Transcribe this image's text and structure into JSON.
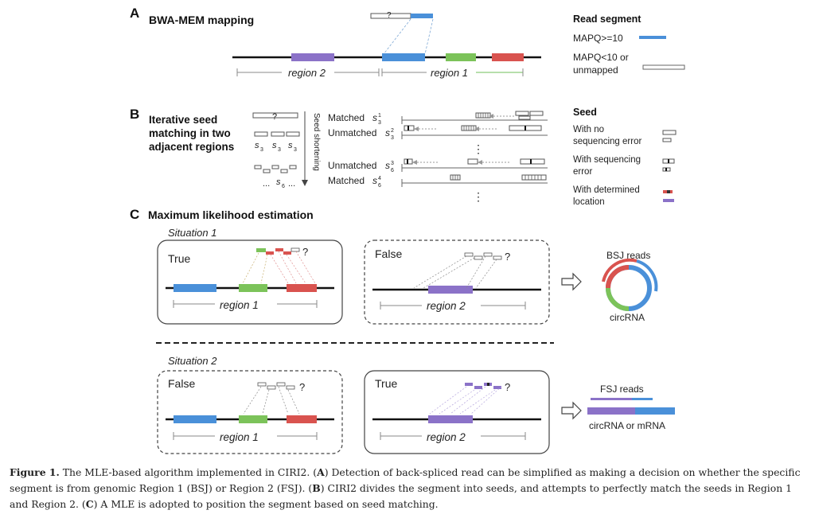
{
  "panel_a": {
    "letter": "A",
    "title": "BWA-MEM mapping",
    "read_mark": "?",
    "region2": "region 2",
    "region1": "region 1",
    "legend_title": "Read segment",
    "legend_mapq_hi": "MAPQ>=10",
    "legend_mapq_lo_1": "MAPQ<10 or",
    "legend_mapq_lo_2": "unmapped"
  },
  "panel_b": {
    "letter": "B",
    "title_1": "Iterative seed",
    "title_2": "matching in two",
    "title_3": "adjacent regions",
    "seed_mark": "?",
    "shortening": "Seed shortening",
    "seed_sub_a": "3",
    "seed_sub_b": "6",
    "ellipsis": "...",
    "rows": [
      {
        "label": "Matched",
        "sub": "3",
        "sup": "1"
      },
      {
        "label": "Unmatched",
        "sub": "3",
        "sup": "2"
      },
      {
        "label": "Unmatched",
        "sub": "6",
        "sup": "3"
      },
      {
        "label": "Matched",
        "sub": "6",
        "sup": "4"
      }
    ],
    "dots": "⋮",
    "legend_title": "Seed",
    "leg1_1": "With no",
    "leg1_2": "sequencing error",
    "leg2_1": "With sequencing",
    "leg2_2": "error",
    "leg3_1": "With determined",
    "leg3_2": "location"
  },
  "panel_c": {
    "letter": "C",
    "title": "Maximum likelihood estimation",
    "situation1": "Situation 1",
    "situation2": "Situation 2",
    "true_label": "True",
    "false_label": "False",
    "region1": "region 1",
    "region2": "region 2",
    "qmark": "?",
    "bsj_reads": "BSJ reads",
    "circrna": "circRNA",
    "fsj_reads": "FSJ reads",
    "circrna_or_mrna": "circRNA or mRNA"
  },
  "caption": {
    "fig_label": "Figure 1.",
    "t1": " The MLE-based algorithm implemented in CIRI2. (",
    "a": "A",
    "t2": ") Detection of back-spliced read can be simplified as making a decision on whether the specific segment is from genomic Region 1 (BSJ) or Region 2 (FSJ). (",
    "b": "B",
    "t3": ") CIRI2 divides the segment into seeds, and attempts to perfectly match the seeds in Region 1 and Region 2. (",
    "c": "C",
    "t4": ") A MLE is adopted to position the segment based on seed matching."
  },
  "colors": {
    "blue": "#4a90d9",
    "purple": "#8b72c8",
    "green": "#7cc35a",
    "red": "#d9534f",
    "true_text": "#d9534f",
    "false_text": "#4a90d9"
  }
}
